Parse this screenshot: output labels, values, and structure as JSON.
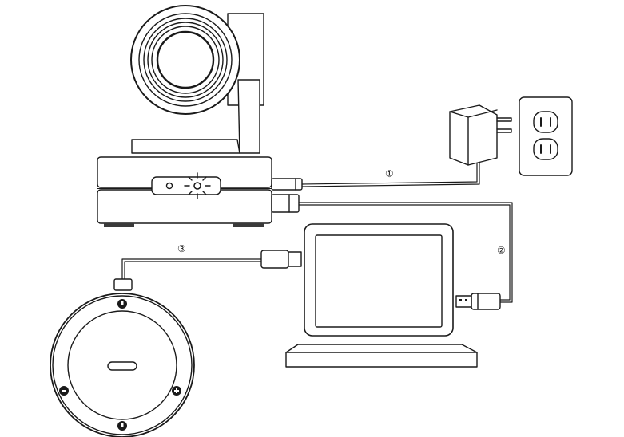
{
  "labels": {
    "cable_1": "①",
    "cable_2": "②",
    "cable_3": "③"
  },
  "colors": {
    "stroke": "#1a1a1a",
    "fill": "#ffffff",
    "dark": "#3a3a3a"
  },
  "icons": {
    "camera": "ptz-camera-icon",
    "adapter": "power-adapter-icon",
    "outlet": "wall-outlet-icon",
    "laptop": "laptop-icon",
    "speakerphone": "speakerphone-icon",
    "usb": "usb-connector-icon",
    "status_light": "status-light-icon",
    "mic": "mic-icon",
    "volume_down": "volume-down-icon",
    "volume_up": "volume-up-icon"
  }
}
